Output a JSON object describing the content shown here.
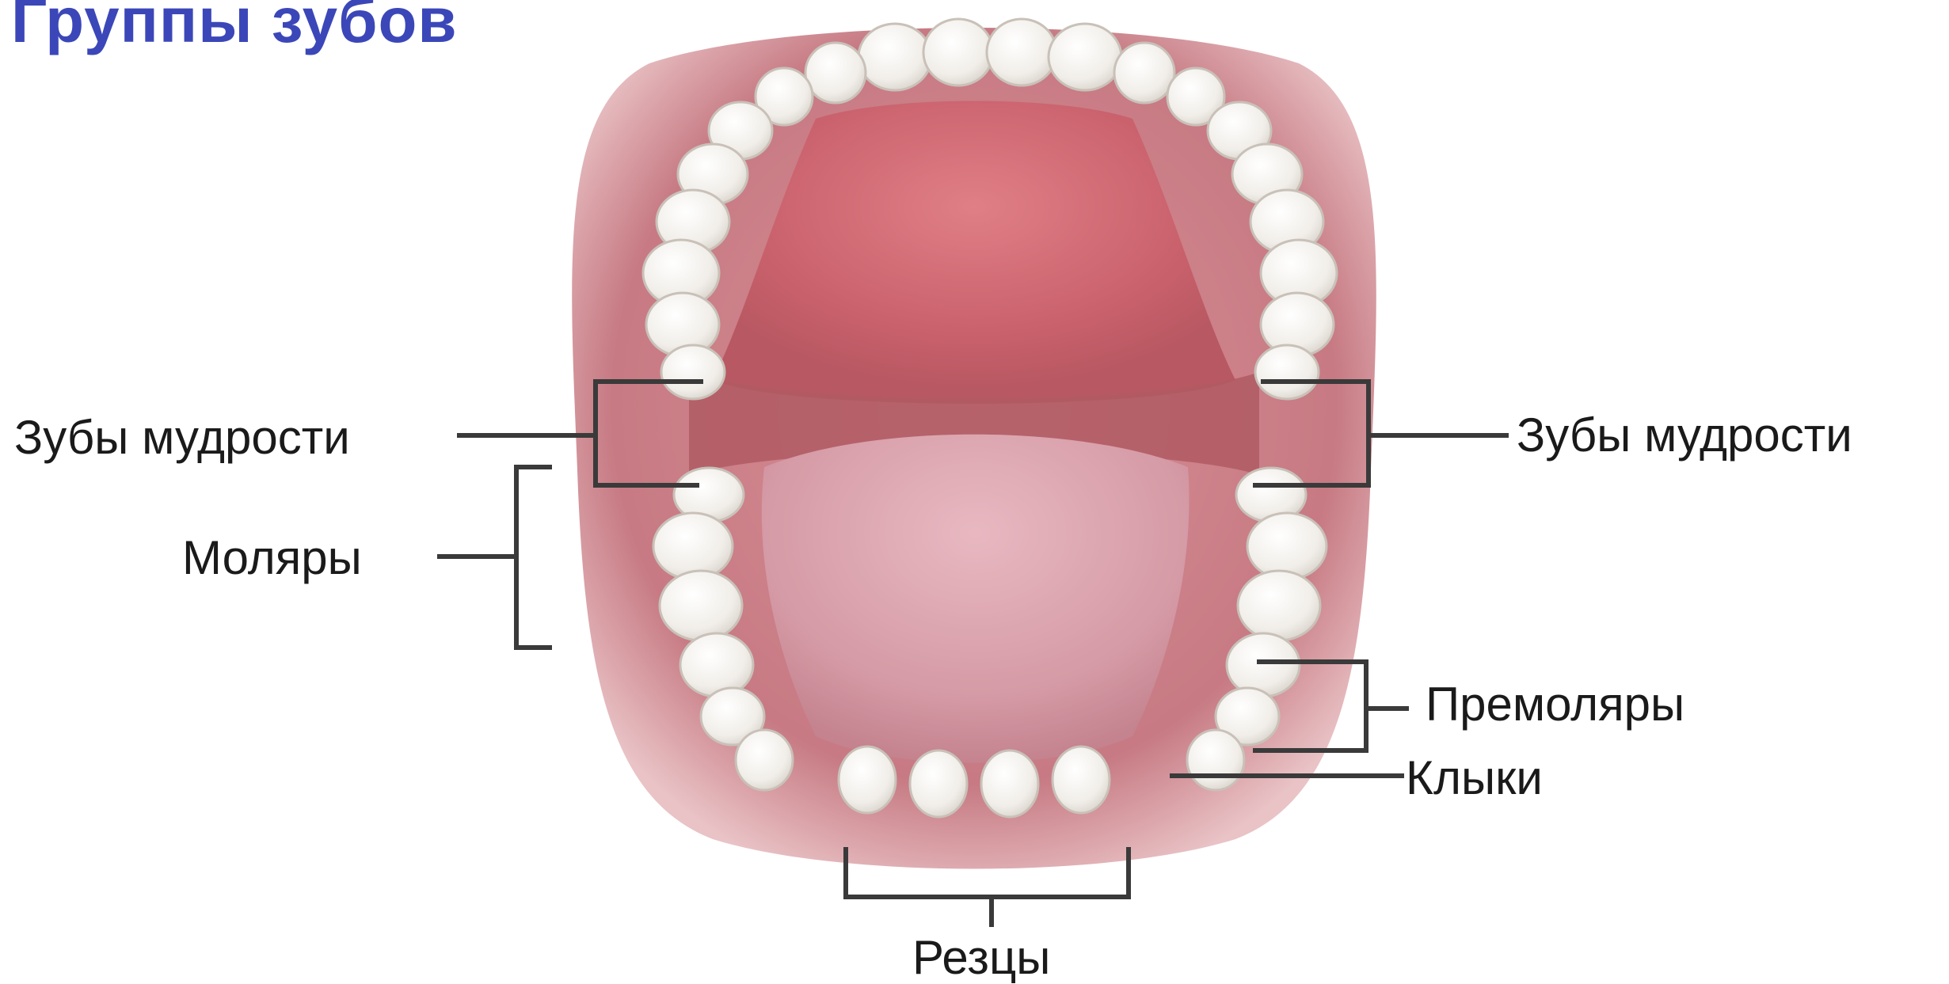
{
  "title": "Группы зубов",
  "colors": {
    "title": "#3b47b8",
    "gum": "#c98088",
    "palate": "#cf6a72",
    "tongue": "#d79aa6",
    "tooth": "#f4f1ec",
    "leader": "#3a3a3a"
  },
  "labels": {
    "wisdom_left": "Зубы мудрости",
    "wisdom_right": "Зубы мудрости",
    "molars": "Моляры",
    "premolars": "Премоляры",
    "canines": "Клыки",
    "incisors": "Резцы"
  }
}
